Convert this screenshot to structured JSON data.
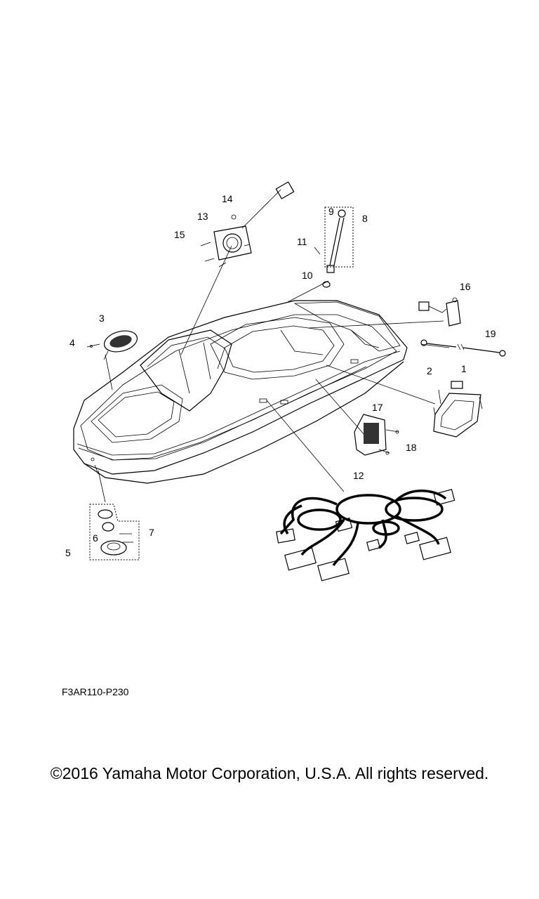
{
  "diagram": {
    "part_code": "F3AR110-P230",
    "copyright": "©2016 Yamaha Motor Corporation, U.S.A. All rights reserved.",
    "callouts": [
      "1",
      "2",
      "3",
      "4",
      "5",
      "6",
      "7",
      "8",
      "9",
      "10",
      "11",
      "12",
      "13",
      "14",
      "15",
      "16",
      "17",
      "18",
      "19"
    ]
  }
}
